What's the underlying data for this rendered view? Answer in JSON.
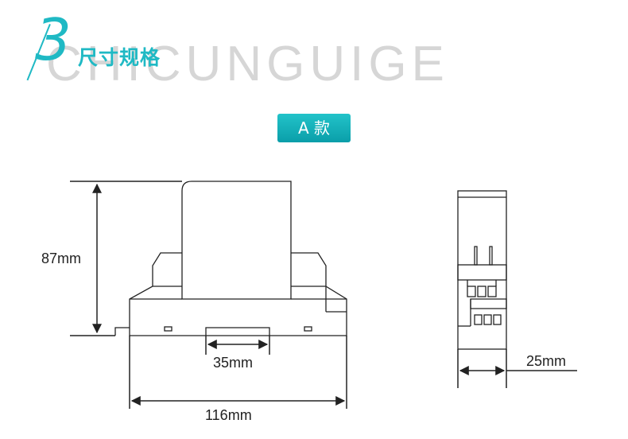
{
  "header": {
    "section_number": "3",
    "title": "尺寸规格",
    "background_word": "CHICUNGUIGE"
  },
  "badge": {
    "label": "A 款"
  },
  "dimensions": {
    "height": "87mm",
    "rail_width": "35mm",
    "width": "116mm",
    "depth": "25mm"
  },
  "colors": {
    "accent": "#1fb9c4",
    "line": "#222222"
  }
}
